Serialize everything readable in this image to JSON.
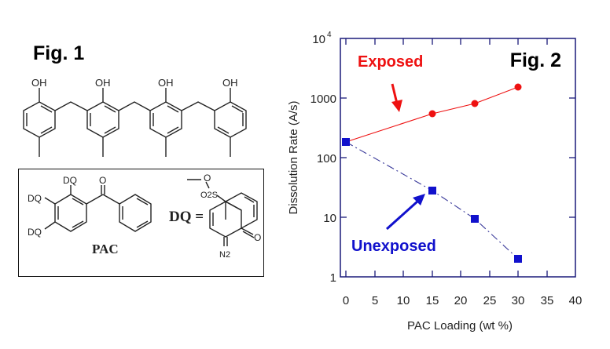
{
  "fig1": {
    "title": "Fig. 1",
    "oligomer": {
      "description": "novolac tetramer (4 p-cresol rings linked by methylene bridges)",
      "substituent_labels": [
        "OH",
        "OH",
        "OH",
        "OH"
      ]
    },
    "pac_box": {
      "pac_label": "PAC",
      "pac_substituents": [
        "DQ",
        "DQ",
        "DQ"
      ],
      "carbonyl_label": "O",
      "dq_equals": "DQ =",
      "dq_labels": {
        "ester_o": "O",
        "sulfonyl": "O2S",
        "ketone_o": "O",
        "diazo": "N2"
      }
    }
  },
  "fig2": {
    "title": "Fig. 2",
    "annotations": {
      "exposed": "Exposed",
      "unexposed": "Unexposed"
    },
    "colors": {
      "exposed": "#ee1111",
      "unexposed": "#1111cc",
      "axis": "#1a1a7a"
    }
  },
  "chart_data": {
    "type": "line",
    "title": "Fig. 2",
    "xlabel": "PAC Loading (wt %)",
    "ylabel": "Dissolution Rate (A/s)",
    "xlim": [
      0,
      40
    ],
    "ylim": [
      1,
      10000
    ],
    "yscale": "log",
    "xticks": [
      "0",
      "5",
      "10",
      "15",
      "20",
      "25",
      "30",
      "35",
      "40"
    ],
    "yticks": [
      "1",
      "10",
      "100",
      "1000",
      "10^4"
    ],
    "grid": false,
    "legend": "inline annotations with arrows",
    "series": [
      {
        "name": "Exposed",
        "color": "#ee1111",
        "marker": "circle",
        "linestyle": "solid",
        "x": [
          0,
          15,
          22.5,
          30
        ],
        "y": [
          182,
          550,
          810,
          1520
        ]
      },
      {
        "name": "Unexposed",
        "color": "#1111cc",
        "marker": "square",
        "linestyle": "dash-dot",
        "x": [
          0,
          15,
          22.5,
          30
        ],
        "y": [
          182,
          28,
          9.4,
          2
        ]
      }
    ]
  }
}
